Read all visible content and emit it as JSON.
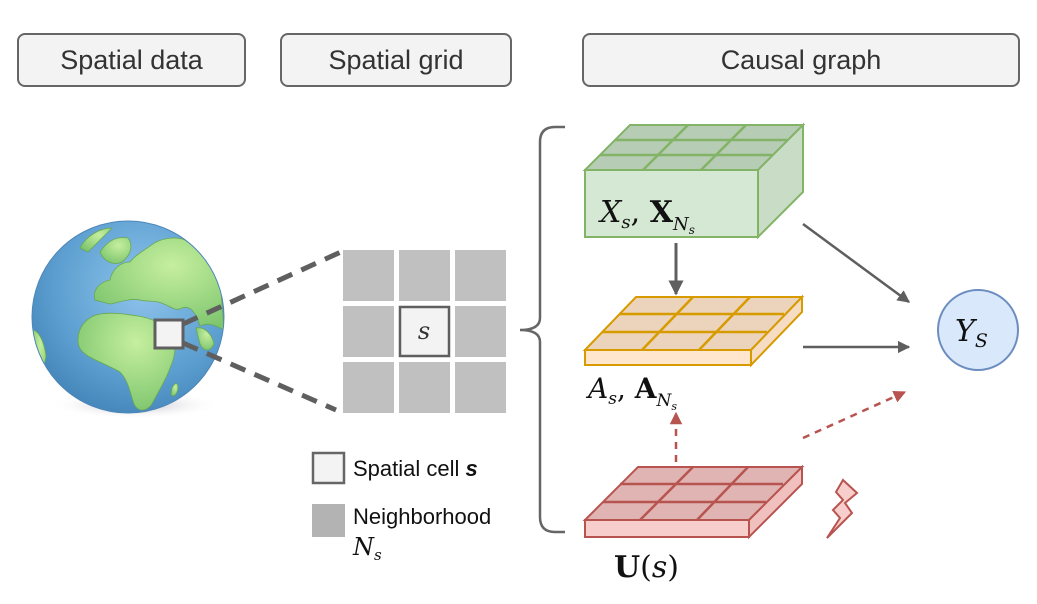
{
  "headers": {
    "spatial_data": "Spatial data",
    "spatial_grid": "Spatial grid",
    "causal_graph": "Causal graph"
  },
  "grid": {
    "center_cell_label": "s",
    "rows": 3,
    "cols": 3
  },
  "legend": {
    "cell_label": "Spatial cell ",
    "cell_symbol": "s",
    "neighborhood_label": "Neighborhood",
    "neighborhood_symbol": "N",
    "neighborhood_subscript": "s"
  },
  "nodes": {
    "covariates": {
      "main": "X",
      "sub": "s",
      "sep": ", ",
      "main2": "X",
      "sub2": "N",
      "subsub2": "s"
    },
    "treatment": {
      "main": "A",
      "sub": "s",
      "sep": ", ",
      "main2": "A",
      "sub2": "N",
      "subsub2": "s"
    },
    "confounder": {
      "main": "U",
      "open": "(",
      "arg": "s",
      "close": ")"
    },
    "outcome": {
      "main": "Y",
      "sub": "S"
    }
  },
  "icons": {
    "globe": "globe-icon",
    "lightning": "lightning-icon"
  },
  "colors": {
    "header_bg": "#f3f3f3",
    "header_border": "#666666",
    "grid_cell": "#c0c0c0",
    "center_cell_bg": "#f3f3f3",
    "green_stroke": "#82b366",
    "green_fill": "#d5e8d4",
    "orange_stroke": "#d79b00",
    "orange_fill": "#ffe6cc",
    "red_stroke": "#b85450",
    "red_fill": "#f8cecc",
    "blue_stroke": "#6c8ebf",
    "blue_fill": "#dae8fc",
    "arrow": "#5f5f5f"
  }
}
